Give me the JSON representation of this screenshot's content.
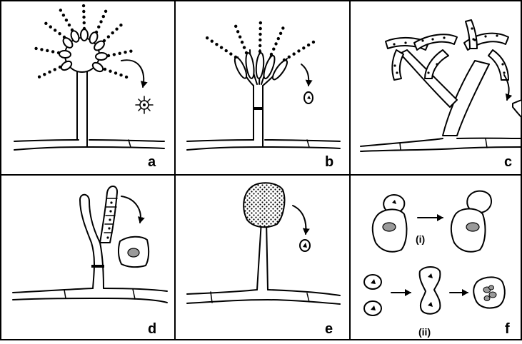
{
  "panels": [
    {
      "id": "a",
      "label": "a"
    },
    {
      "id": "b",
      "label": "b"
    },
    {
      "id": "c",
      "label": "c"
    },
    {
      "id": "d",
      "label": "d"
    },
    {
      "id": "e",
      "label": "e"
    },
    {
      "id": "f",
      "label": "f"
    }
  ],
  "sub_labels": {
    "i": "(i)",
    "ii": "(ii)"
  },
  "colors": {
    "line": "#000000",
    "background": "#ffffff",
    "fill_gray": "#9a9a9a"
  }
}
